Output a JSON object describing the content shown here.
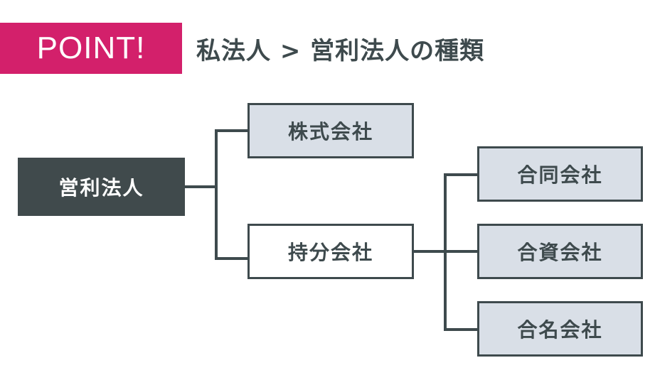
{
  "header": {
    "badge_label": "POINT!",
    "badge_color": "#d3206b",
    "title": "私法人 > 営利法人の種類",
    "title_color": "#3e4a4d"
  },
  "palette": {
    "line": "#3e4a4d",
    "root_fill": "#404a4c",
    "root_text": "#ffffff",
    "tinted_fill": "#d9dfe7",
    "plain_fill": "#ffffff",
    "node_text": "#3e4a4d"
  },
  "chart_data": {
    "type": "diagram",
    "layout": "horizontal-tree",
    "title": "私法人 > 営利法人の種類",
    "nodes": [
      {
        "id": "root",
        "label": "営利法人",
        "level": 0,
        "style": "root"
      },
      {
        "id": "kabushiki",
        "label": "株式会社",
        "level": 1,
        "style": "tinted"
      },
      {
        "id": "mochibun",
        "label": "持分会社",
        "level": 1,
        "style": "plain"
      },
      {
        "id": "godo",
        "label": "合同会社",
        "level": 2,
        "style": "tinted"
      },
      {
        "id": "goshi",
        "label": "合資会社",
        "level": 2,
        "style": "tinted"
      },
      {
        "id": "gomei",
        "label": "合名会社",
        "level": 2,
        "style": "tinted"
      }
    ],
    "edges": [
      {
        "from": "root",
        "to": "kabushiki"
      },
      {
        "from": "root",
        "to": "mochibun"
      },
      {
        "from": "mochibun",
        "to": "godo"
      },
      {
        "from": "mochibun",
        "to": "goshi"
      },
      {
        "from": "mochibun",
        "to": "gomei"
      }
    ]
  },
  "diagram": {
    "root": {
      "label": "営利法人"
    },
    "branch_1": {
      "label": "株式会社"
    },
    "branch_2": {
      "label": "持分会社"
    },
    "leaf_1": {
      "label": "合同会社"
    },
    "leaf_2": {
      "label": "合資会社"
    },
    "leaf_3": {
      "label": "合名会社"
    }
  }
}
